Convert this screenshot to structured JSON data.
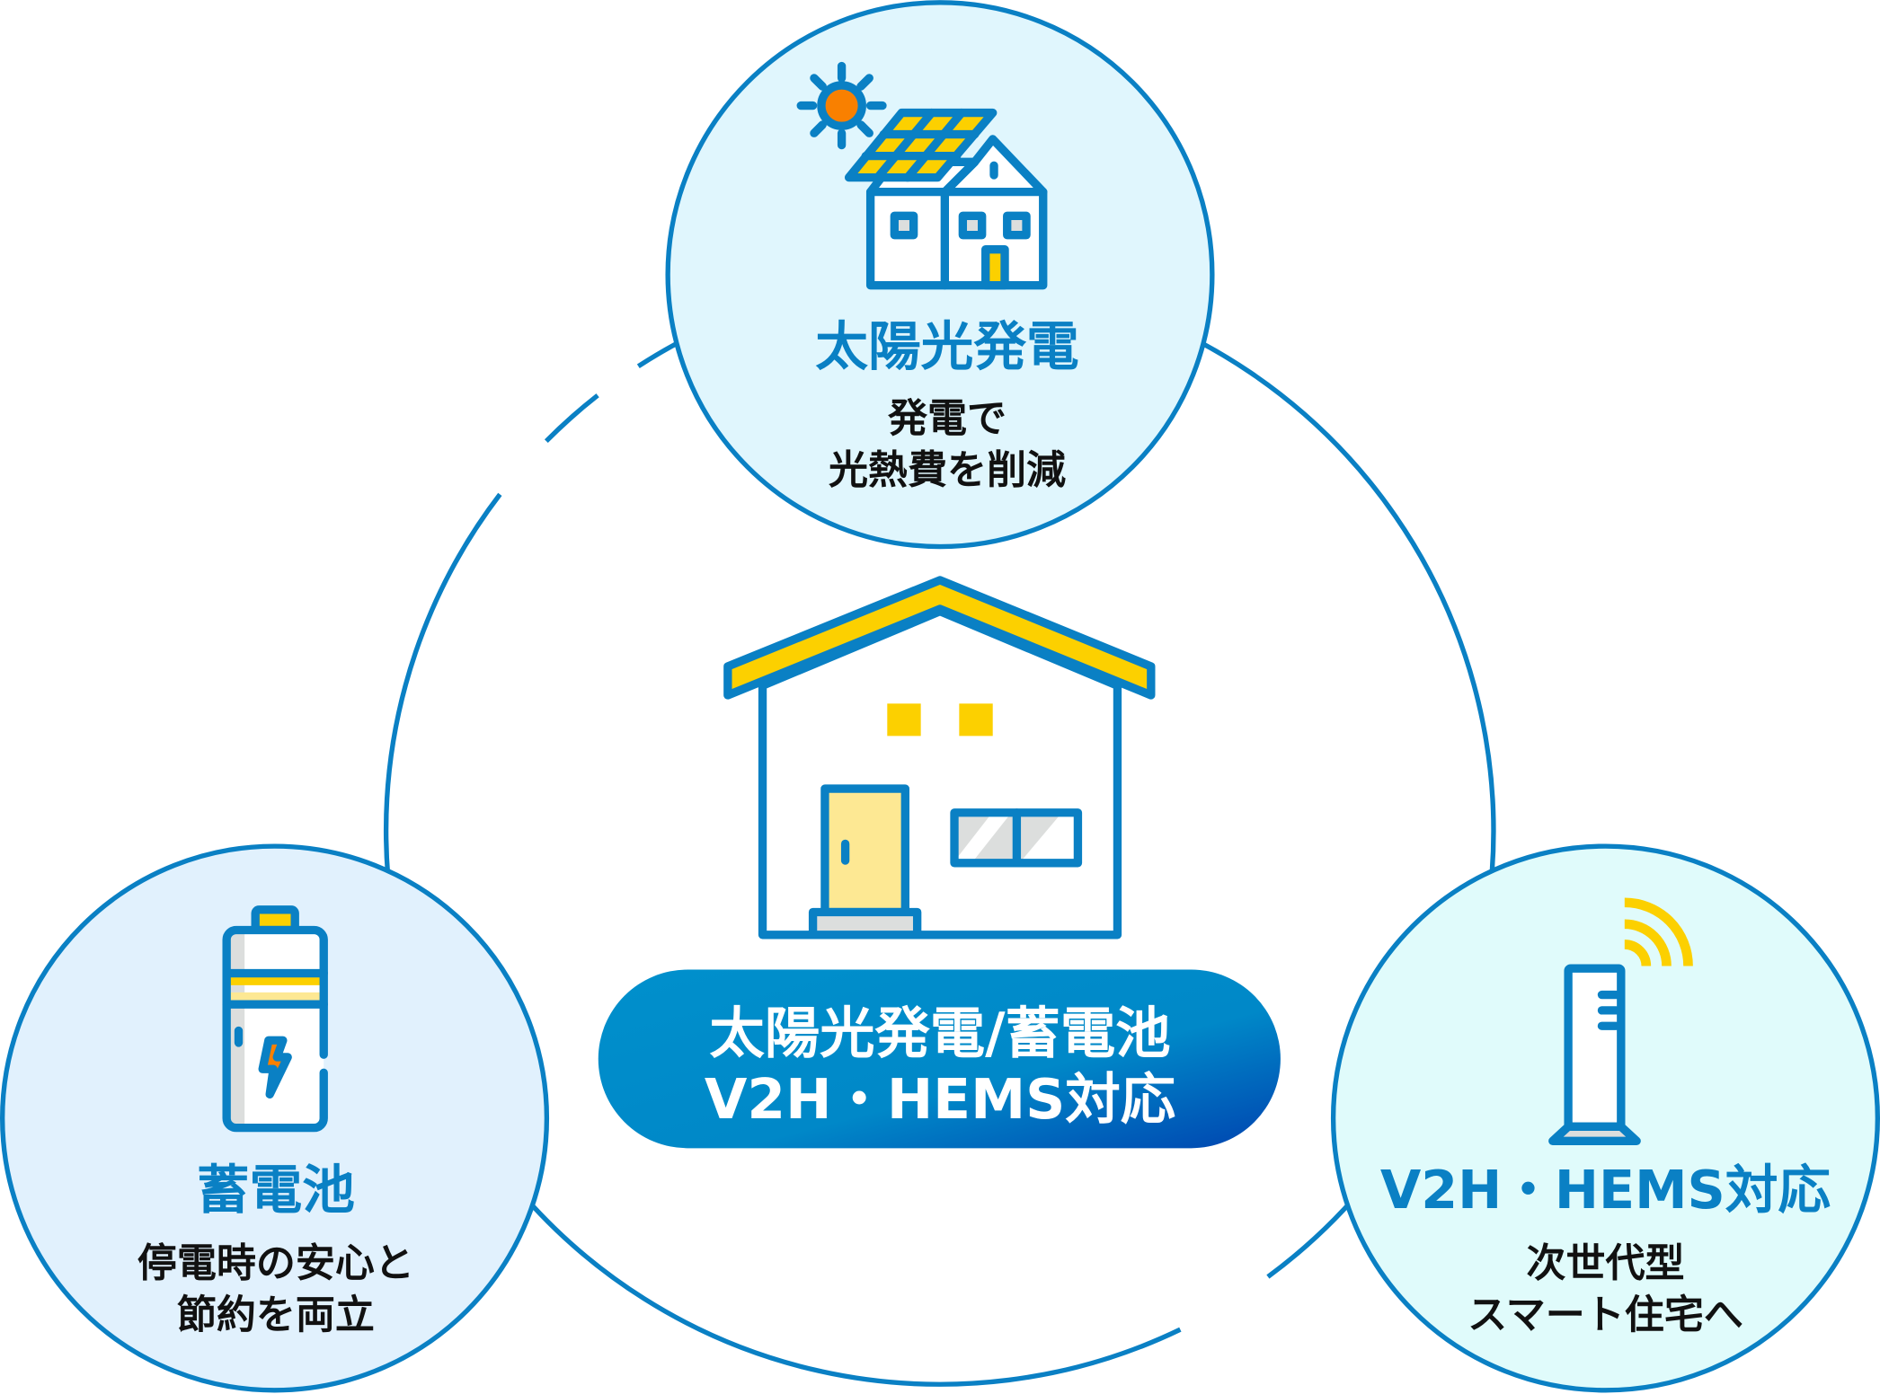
{
  "colors": {
    "accent": "#0a80c4",
    "yellow": "#fcd000",
    "orange": "#f98000",
    "gradient_start": "#0090cc",
    "gradient_end": "#0044b0"
  },
  "top": {
    "title": "太陽光発電",
    "lines": [
      "発電で",
      "光熱費を削減"
    ],
    "icon": "solar-house-icon"
  },
  "left": {
    "title": "蓄電池",
    "lines": [
      "停電時の安心と",
      "節約を両立"
    ],
    "icon": "battery-icon"
  },
  "right": {
    "title": "V2H・HEMS対応",
    "lines": [
      "次世代型",
      "スマート住宅へ"
    ],
    "icon": "wifi-router-icon"
  },
  "center": {
    "lines": [
      "太陽光発電/蓄電池",
      "V2H・HEMS対応"
    ],
    "icon": "house-icon"
  }
}
